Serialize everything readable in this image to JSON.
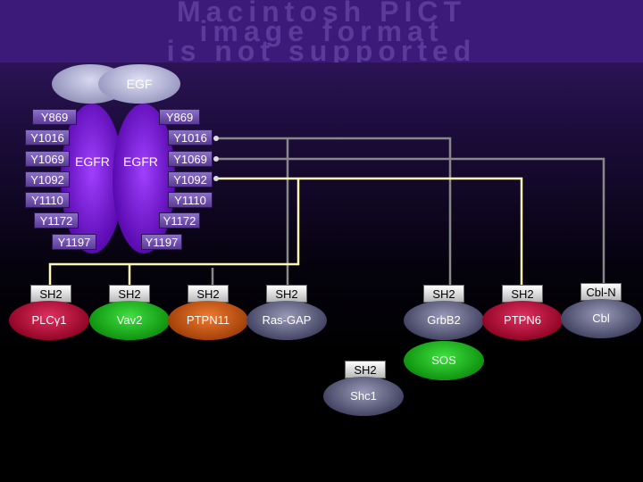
{
  "banner": {
    "line1": "Macintosh PICT",
    "line2": "image format",
    "line3": "is not supported"
  },
  "ligand": {
    "label": "EGF"
  },
  "receptor": {
    "left_label": "EGFR",
    "right_label": "EGFR"
  },
  "sites_left": [
    "Y869",
    "Y1016",
    "Y1069",
    "Y1092",
    "Y1110",
    "Y1172",
    "Y1197"
  ],
  "sites_right": [
    "Y869",
    "Y1016",
    "Y1069",
    "Y1092",
    "Y1110",
    "Y1172",
    "Y1197"
  ],
  "proteins": [
    {
      "domain": "SH2",
      "name": "PLCγ1",
      "color": "#c8103a"
    },
    {
      "domain": "SH2",
      "name": "Vav2",
      "color": "#14b814"
    },
    {
      "domain": "SH2",
      "name": "PTPN11",
      "color": "#d05a10"
    },
    {
      "domain": "SH2",
      "name": "Ras-GAP",
      "color": "#5a5a7a"
    },
    {
      "domain": "SH2",
      "name": "GrbB2",
      "color": "#5a5a7a"
    },
    {
      "domain": "SH2",
      "name": "PTPN6",
      "color": "#c8103a"
    },
    {
      "domain": "Cbl-N",
      "name": "Cbl",
      "color": "#5a5a7a"
    }
  ],
  "adaptor": {
    "domain": "SH2",
    "name": "Shc1"
  },
  "effector": {
    "name": "SOS",
    "color": "#14b814"
  },
  "colors": {
    "yellow_link": "#fff8b0",
    "gray_link": "#888888",
    "membrane": "#8a2be2"
  }
}
